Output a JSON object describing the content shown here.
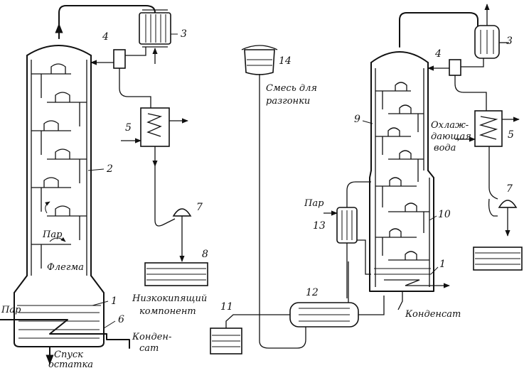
{
  "labels": {
    "par_left": "Пар",
    "par_inner": "Пар",
    "flegma": "Флегма",
    "spusk_l1": "Спуск",
    "spusk_l2": "остатка",
    "konden_l1": "Конден-",
    "konden_l2": "сат",
    "low_boil_l1": "Низкокипящий",
    "low_boil_l2": "компонент",
    "mix_l1": "Смесь для",
    "mix_l2": "разгонки",
    "cool_l1": "Охлаж-",
    "cool_l2": "дающая",
    "cool_l3": "вода",
    "par_right": "Пар",
    "kondensat_right": "Конденсат"
  },
  "numbers": {
    "n1_left": "1",
    "n2": "2",
    "n3_left": "3",
    "n4_left": "4",
    "n5_left": "5",
    "n6": "6",
    "n7_left": "7",
    "n8": "8",
    "n14": "14",
    "n11": "11",
    "n12": "12",
    "n13": "13",
    "n9": "9",
    "n10": "10",
    "n1_right": "1",
    "n3_right": "3",
    "n4_right": "4",
    "n5_right": "5",
    "n7_right": "7"
  }
}
